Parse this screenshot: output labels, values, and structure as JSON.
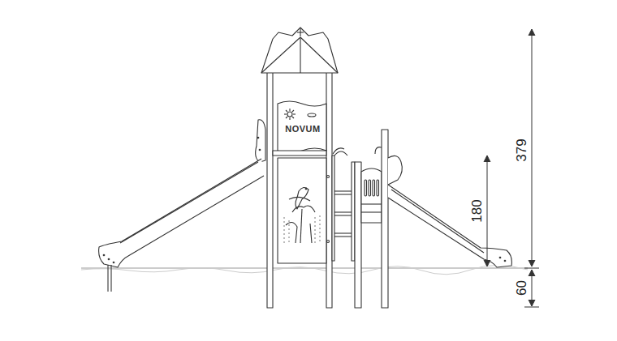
{
  "diagram": {
    "labels": [
      "NOVUM",
      "379",
      "180",
      "60"
    ]
  }
}
